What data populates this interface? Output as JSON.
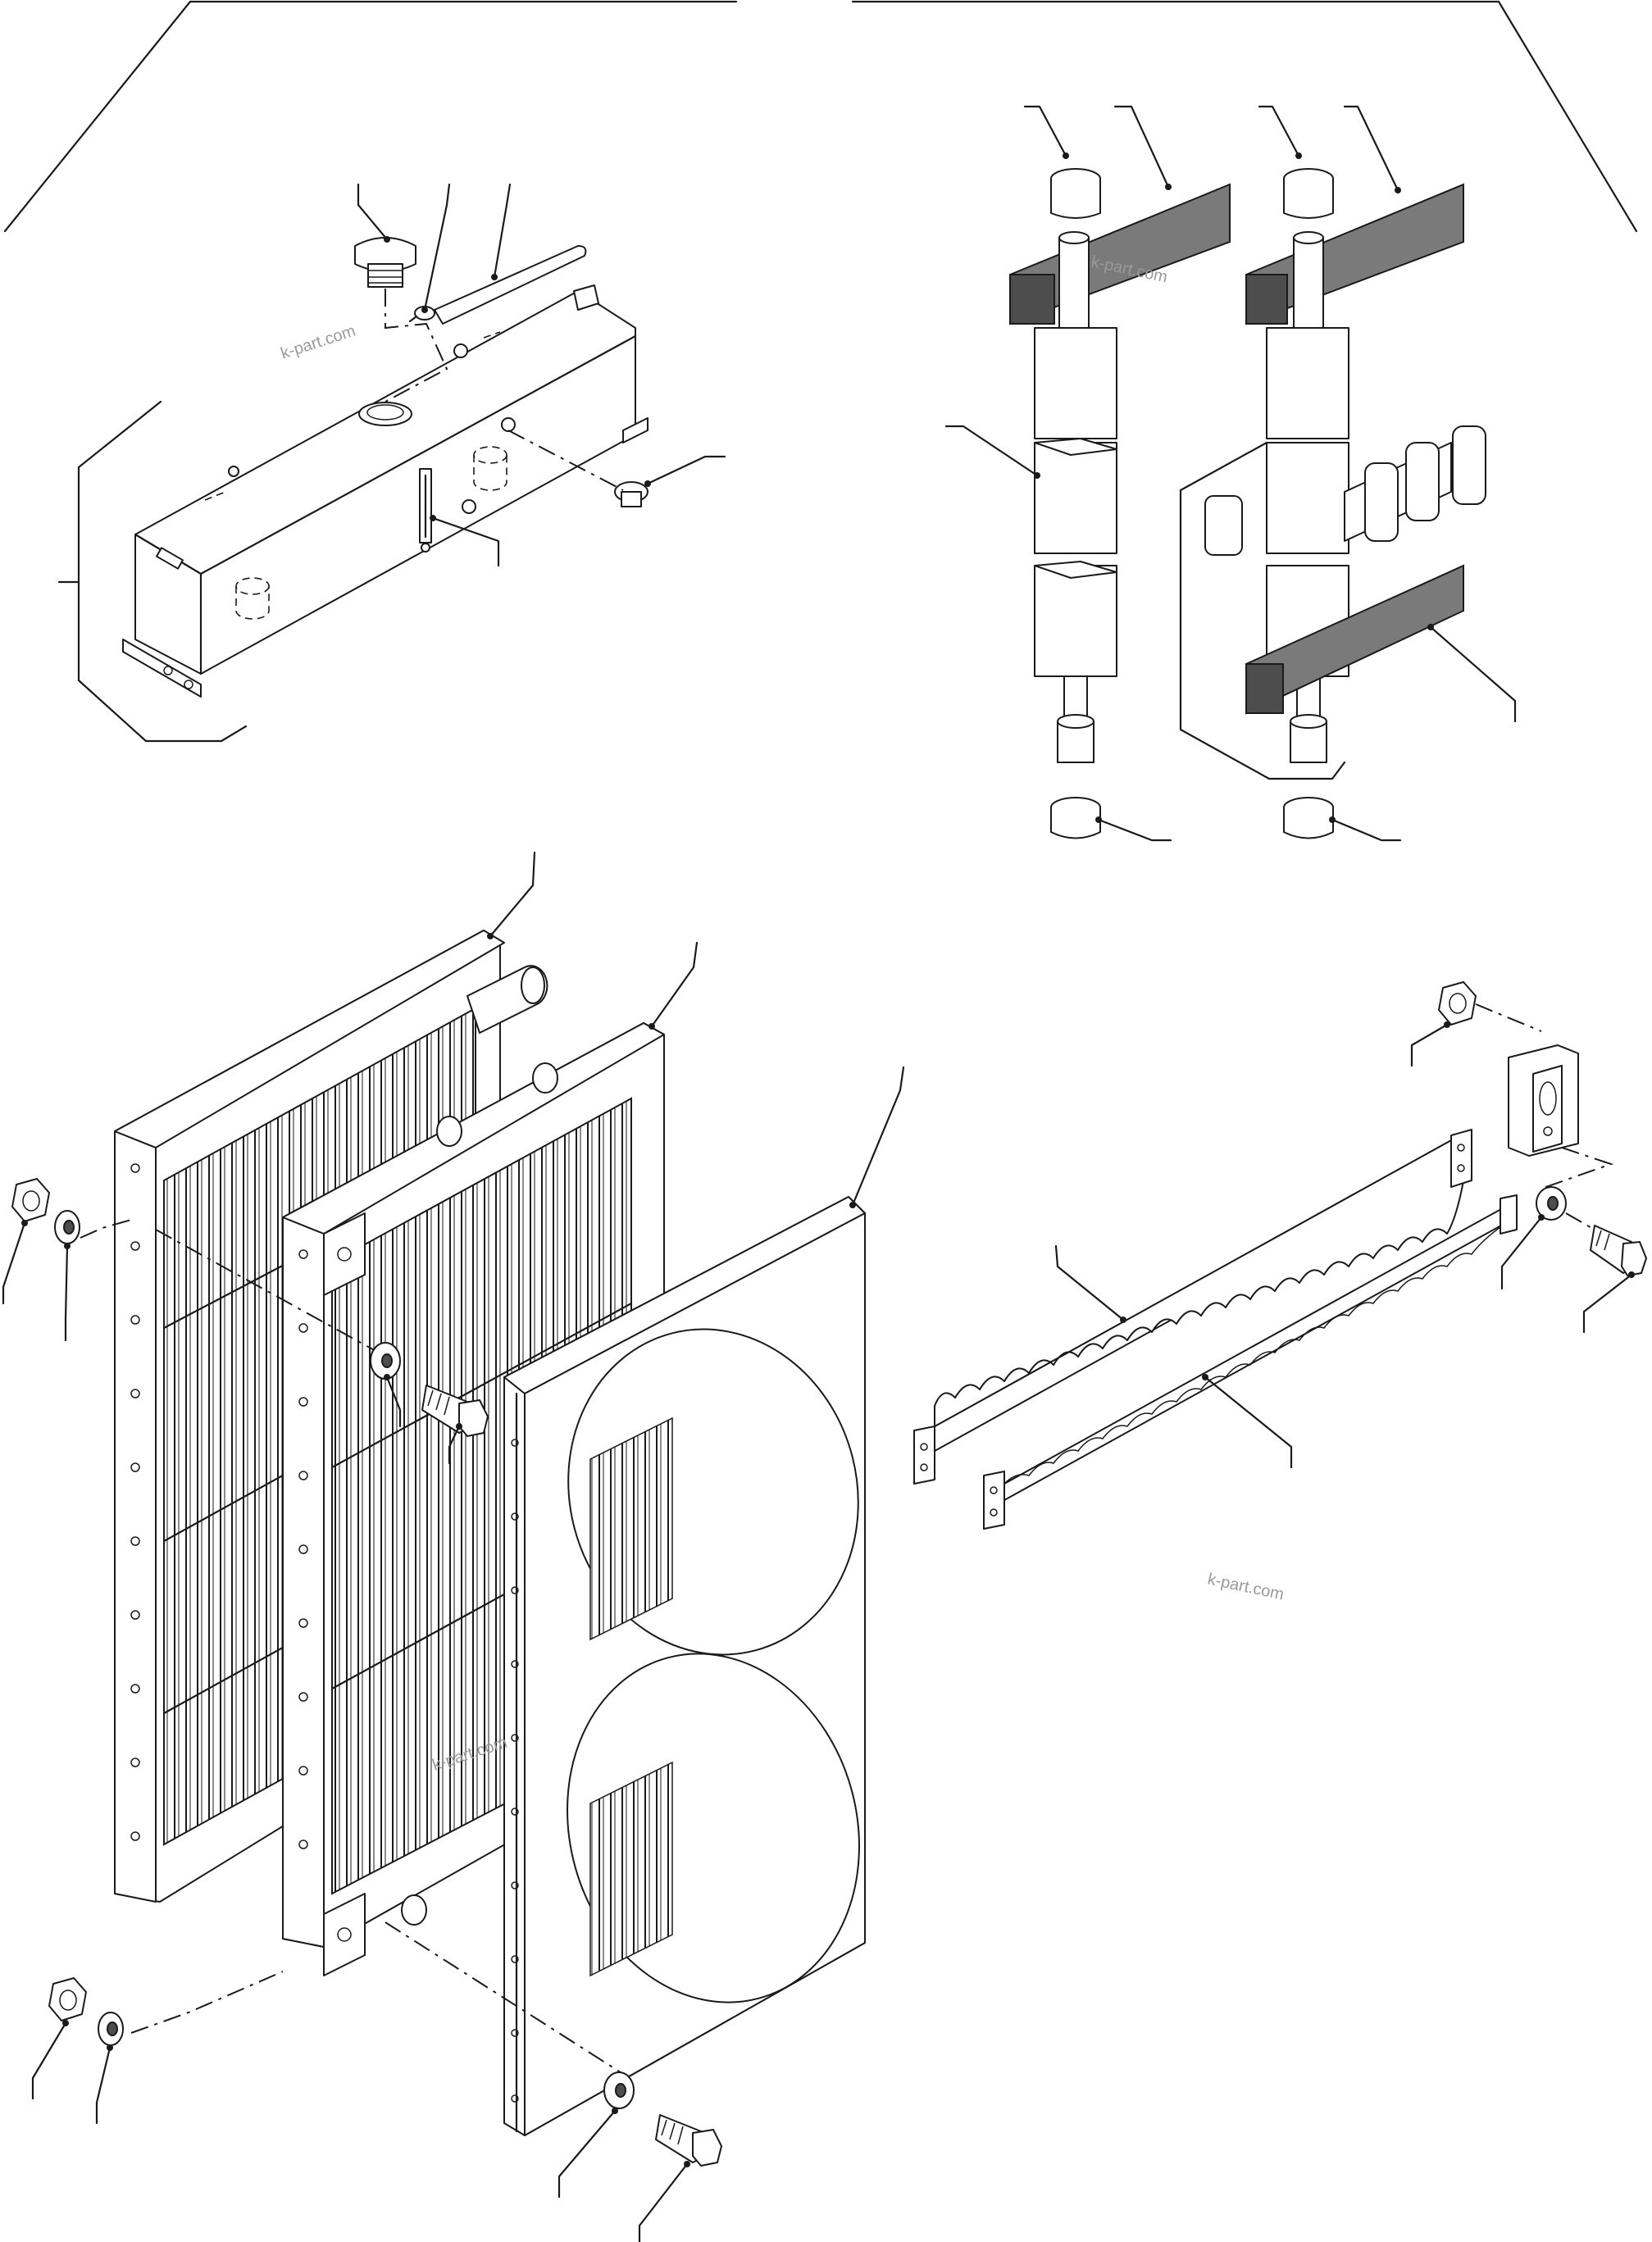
{
  "watermarks": [
    "k-part.com",
    "k-part.com",
    "k-part.com",
    "k-part.com"
  ],
  "groups": [
    {
      "id": "hydraulic-tank"
    },
    {
      "id": "radiator-seals"
    },
    {
      "id": "radiator-shroud"
    },
    {
      "id": "seal-bars"
    }
  ]
}
